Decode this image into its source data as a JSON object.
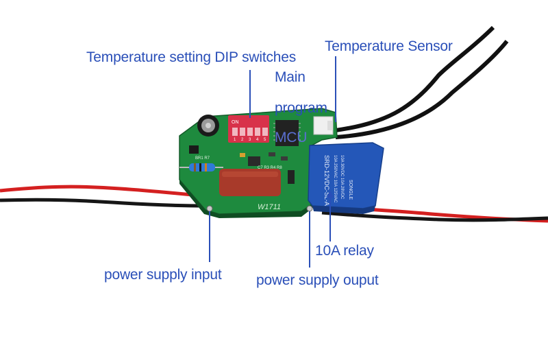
{
  "labels": {
    "dip_switches": "Temperature setting DIP switches",
    "temperature_sensor": "Temperature Sensor",
    "main_program_line1": "Main",
    "main_program_line2": "program",
    "main_program_line3": "MCU",
    "relay": "10A relay",
    "power_input": "power supply input",
    "power_output": "power supply ouput"
  },
  "board": {
    "dip_on_text": "ON",
    "dip_numbers": [
      "1",
      "2",
      "3",
      "4",
      "5"
    ],
    "board_marking": "W1711",
    "relay_text_1": "SRD-12VDC-SL-A",
    "relay_text_2": "10A 250VAC 10A 125VAC",
    "relay_text_3": "10A 30VDC 10A 28VDC",
    "relay_brand": "SONGLE",
    "capacitor_labels": "C7 R3 R4 R8",
    "resistor_label": "BR1 R7"
  },
  "colors": {
    "label": "#2a4fb8",
    "pcb": "#1e8a3e",
    "relay": "#2457b8",
    "dip": "#d8324a",
    "red_wire": "#d42020",
    "black_wire": "#161616"
  }
}
